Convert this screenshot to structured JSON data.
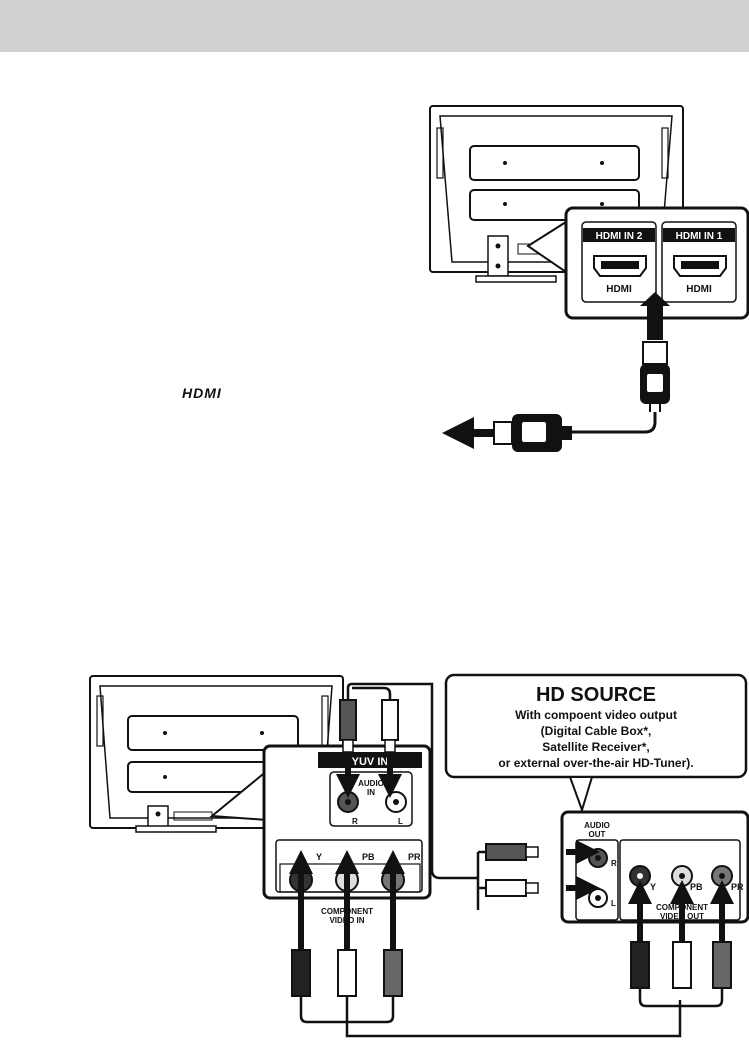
{
  "hdmi_diagram": {
    "logo_text": "HDMI",
    "port1_label": "HDMI IN 2",
    "port2_label": "HDMI IN 1",
    "port1_caption": "HDMI",
    "port2_caption": "HDMI"
  },
  "component_diagram": {
    "tv_panel": {
      "yuv_label": "YUV IN",
      "audio_in_label": "AUDIO\nIN",
      "r_label": "R",
      "l_label": "L",
      "y_label": "Y",
      "pb_label": "PB",
      "pr_label": "PR",
      "component_label": "COMPONENT\nVIDEO IN"
    },
    "hd_source": {
      "title": "HD SOURCE",
      "line1": "With compoent video output",
      "line2": "(Digital Cable Box*,",
      "line3": "Satellite Receiver*,",
      "line4": "or external over-the-air HD-Tuner)."
    },
    "source_panel": {
      "audio_out_label": "AUDIO\nOUT",
      "r_label": "R",
      "l_label": "L",
      "y_label": "Y",
      "pb_label": "PB",
      "pr_label": "PR",
      "component_out_label": "COMPONENT\nVIDEO OUT"
    }
  },
  "colors": {
    "header": "#d1d1d1",
    "ink": "#111111"
  }
}
